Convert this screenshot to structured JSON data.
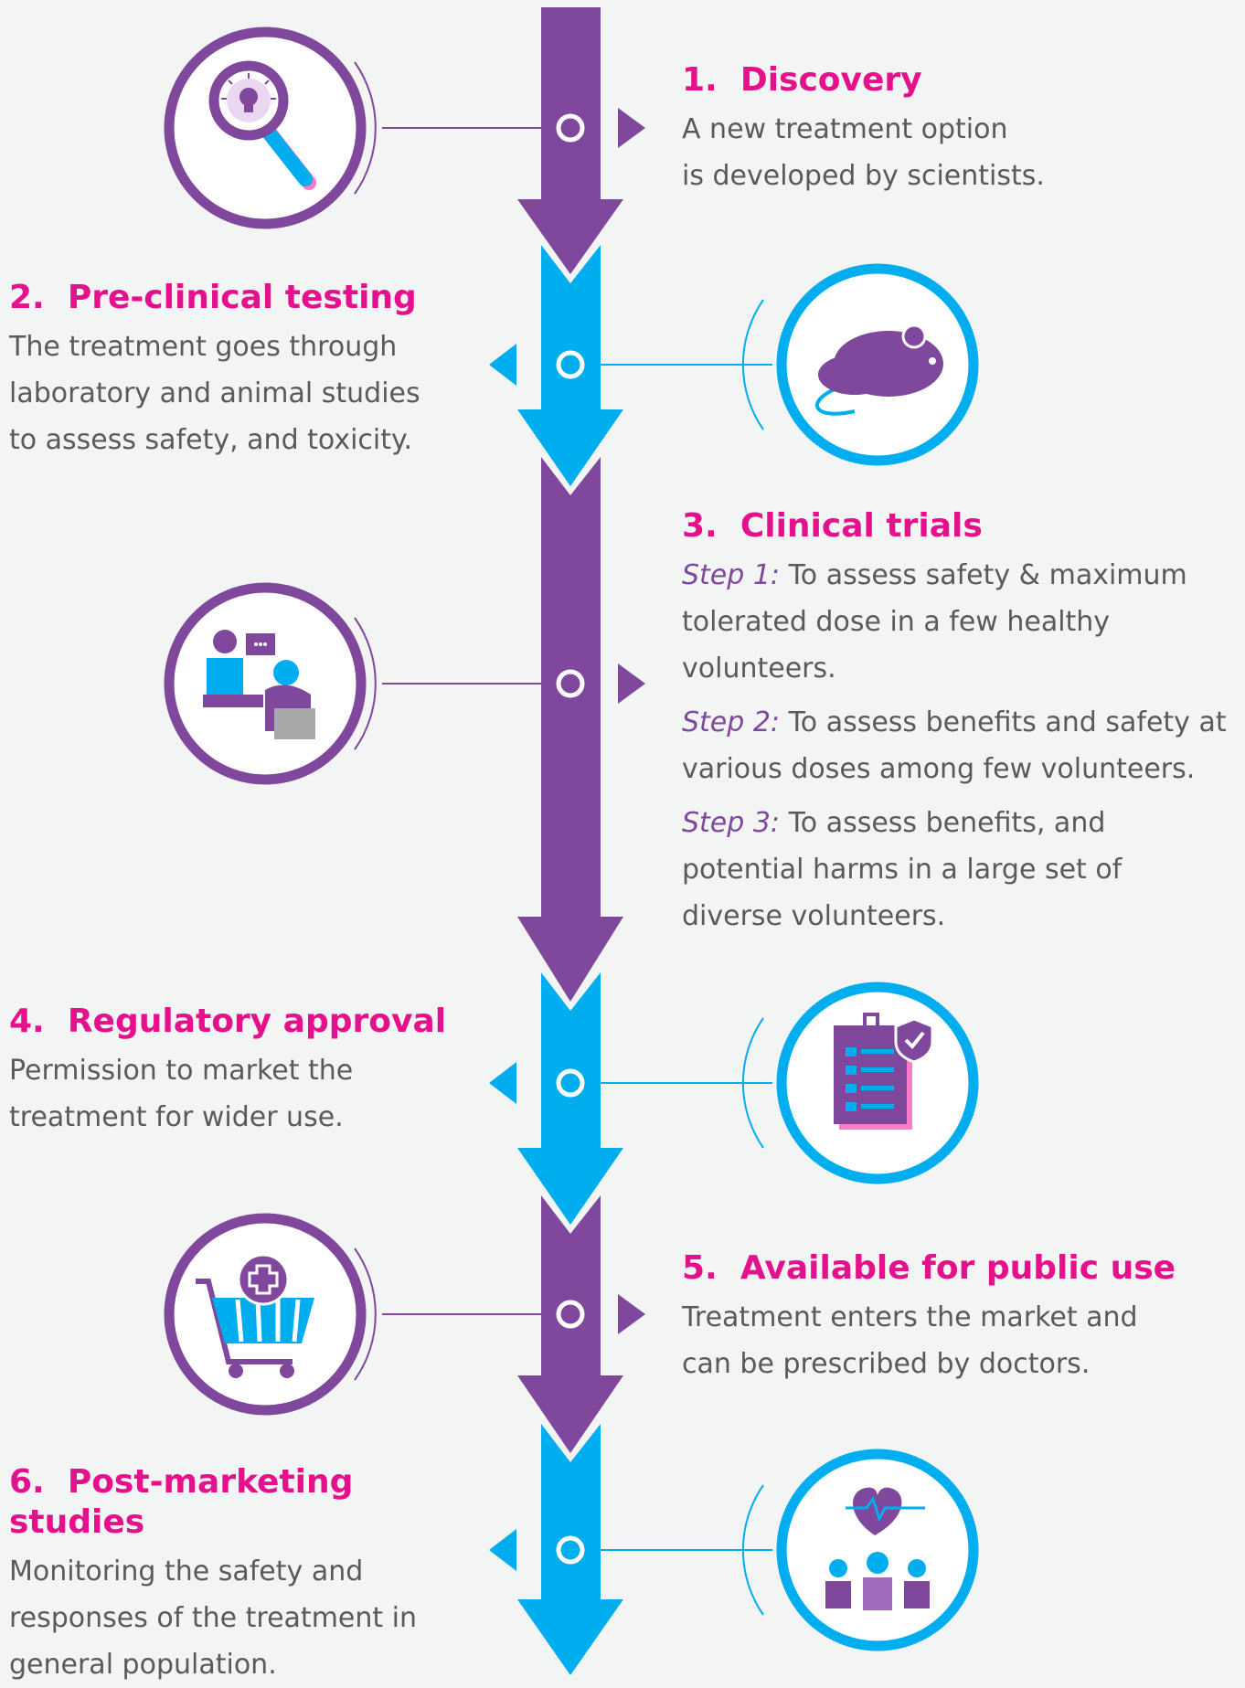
{
  "stages": [
    {
      "number": "1.",
      "title": "Discovery",
      "description": "A new treatment option\nis developed by scientists.",
      "icon": "magnifying-glass-lightbulb-icon"
    },
    {
      "number": "2.",
      "title": "Pre-clinical testing",
      "description": "The treatment goes through\nlaboratory and animal studies\nto assess safety, and toxicity.",
      "icon": "lab-mouse-icon"
    },
    {
      "number": "3.",
      "title": "Clinical trials",
      "icon": "doctor-patient-consultation-icon",
      "steps": [
        {
          "label": "Step 1:",
          "text": " To assess safety & maximum\ntolerated dose in a few healthy\nvolunteers."
        },
        {
          "label": "Step 2:",
          "text": " To assess benefits and safety at\nvarious doses among few volunteers."
        },
        {
          "label": "Step 3:",
          "text": " To assess benefits, and\npotential harms in a large set of\ndiverse volunteers."
        }
      ]
    },
    {
      "number": "4.",
      "title": "Regulatory approval",
      "description": "Permission to market the\ntreatment for wider use.",
      "icon": "approved-checklist-icon"
    },
    {
      "number": "5.",
      "title": "Available for public use",
      "description": "Treatment enters the market and\ncan be prescribed by doctors.",
      "icon": "shopping-cart-icon"
    },
    {
      "number": "6.",
      "title": "Post-marketing studies",
      "description": "Monitoring the safety and\nresponses of the treatment in\ngeneral population.",
      "icon": "population-health-icon"
    }
  ],
  "colors": {
    "purple": "#80489c",
    "blue": "#00aeef",
    "title_pink": "#e5108c",
    "text_gray": "#5a5a5a",
    "background": "#f3f4f4"
  }
}
